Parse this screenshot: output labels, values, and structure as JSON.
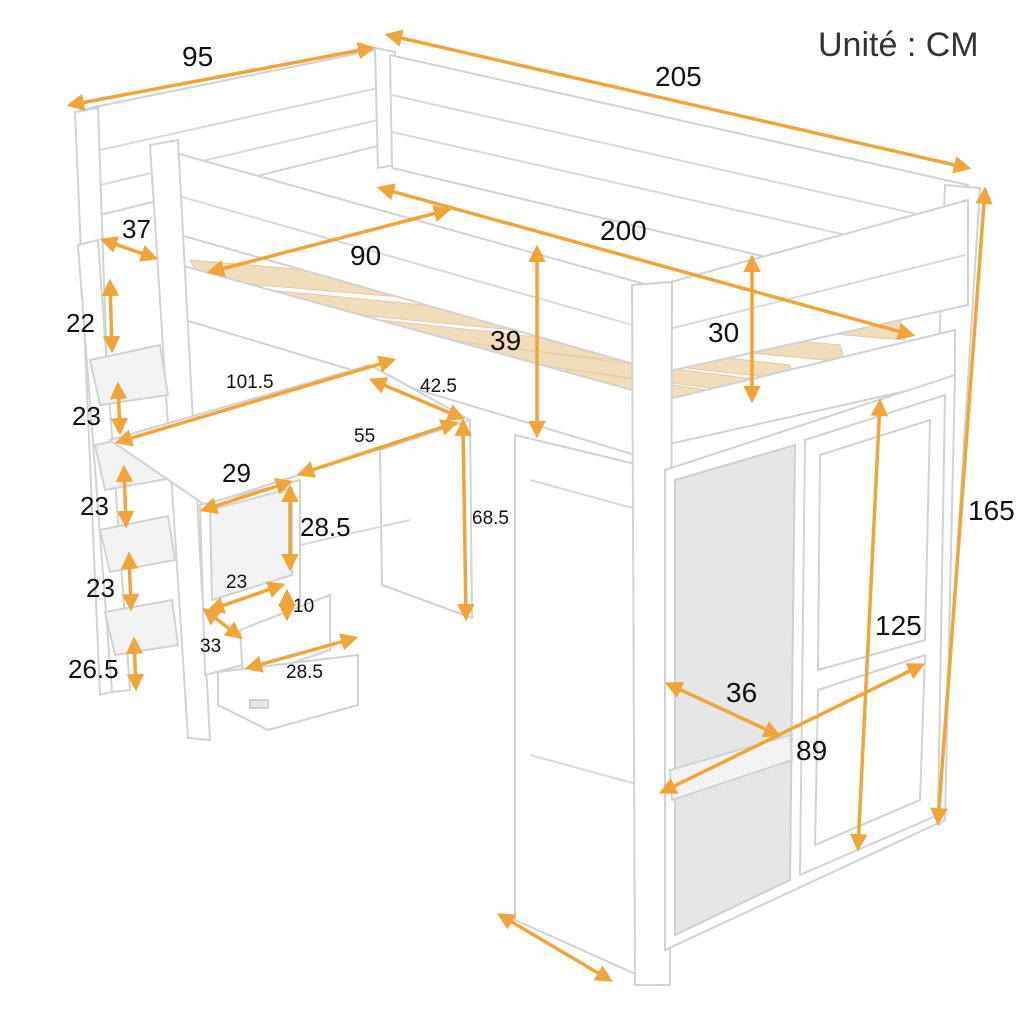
{
  "unit_label": "Unité : CM",
  "dimensions": {
    "width_total": "95",
    "length_total": "205",
    "height_total": "165",
    "mattress_length": "200",
    "mattress_width": "90",
    "guardrail_height": "30",
    "underbed_clearance": "39",
    "ladder_width": "37",
    "step_top": "22",
    "step_2": "23",
    "step_3": "23",
    "step_4": "23",
    "step_bottom": "26.5",
    "desk_length": "101.5",
    "desk_depth": "42.5",
    "desk_opening": "55",
    "desk_height": "68.5",
    "shelf_width": "29",
    "shelf_height": "28.5",
    "drawer_width": "23",
    "drawer_height": "10",
    "drawer_depth": "33",
    "drawer_front": "28.5",
    "wardrobe_height": "125",
    "wardrobe_depth": "36",
    "wardrobe_width": "89"
  },
  "colors": {
    "arrow": "#f0a53a",
    "slats": "#f1dcbc",
    "frame": "#ffffff",
    "outline": "#d2d2d2"
  }
}
